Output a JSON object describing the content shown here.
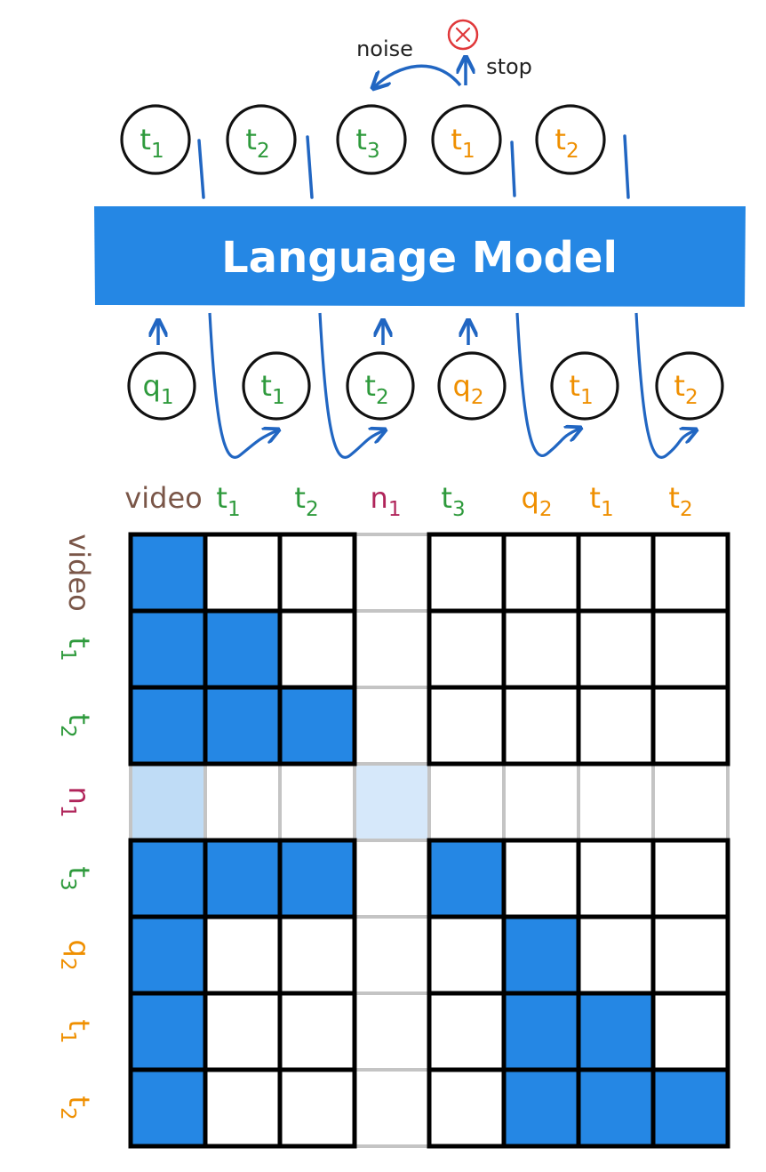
{
  "colors": {
    "green": "#2e9a3c",
    "orange": "#ef8f00",
    "brown": "#7a5648",
    "magenta": "#b0245a",
    "blue": "#2587e4",
    "arrow": "#2166c2",
    "red": "#e0383a",
    "attend": "#2587e4",
    "attend_faded": "#bfdcf6",
    "attend_faded2": "#d6e8fa"
  },
  "language_model": {
    "label": "Language Model"
  },
  "top_annotations": {
    "noise": "noise",
    "stop": "stop",
    "stop_icon": "close-circle-icon"
  },
  "outputs": [
    {
      "base": "t",
      "sub": "1",
      "color": "green"
    },
    {
      "base": "t",
      "sub": "2",
      "color": "green"
    },
    {
      "base": "t",
      "sub": "3",
      "color": "green"
    },
    {
      "base": "t",
      "sub": "1",
      "color": "orange"
    },
    {
      "base": "t",
      "sub": "2",
      "color": "orange"
    }
  ],
  "inputs": [
    {
      "base": "q",
      "sub": "1",
      "color": "green"
    },
    {
      "base": "t",
      "sub": "1",
      "color": "green"
    },
    {
      "base": "t",
      "sub": "2",
      "color": "green"
    },
    {
      "base": "q",
      "sub": "2",
      "color": "orange"
    },
    {
      "base": "t",
      "sub": "1",
      "color": "orange"
    },
    {
      "base": "t",
      "sub": "2",
      "color": "orange"
    }
  ],
  "matrix": {
    "labels": [
      {
        "base": "video",
        "sub": "",
        "color": "brown"
      },
      {
        "base": "t",
        "sub": "1",
        "color": "green"
      },
      {
        "base": "t",
        "sub": "2",
        "color": "green"
      },
      {
        "base": "n",
        "sub": "1",
        "color": "magenta"
      },
      {
        "base": "t",
        "sub": "3",
        "color": "green"
      },
      {
        "base": "q",
        "sub": "2",
        "color": "orange"
      },
      {
        "base": "t",
        "sub": "1",
        "color": "orange"
      },
      {
        "base": "t",
        "sub": "2",
        "color": "orange"
      }
    ],
    "faded_index": 3,
    "cells": [
      [
        1,
        0,
        0,
        0,
        0,
        0,
        0,
        0
      ],
      [
        1,
        1,
        0,
        0,
        0,
        0,
        0,
        0
      ],
      [
        1,
        1,
        1,
        0,
        0,
        0,
        0,
        0
      ],
      [
        2,
        0,
        0,
        3,
        0,
        0,
        0,
        0
      ],
      [
        1,
        1,
        1,
        0,
        1,
        0,
        0,
        0
      ],
      [
        1,
        0,
        0,
        0,
        0,
        1,
        0,
        0
      ],
      [
        1,
        0,
        0,
        0,
        0,
        1,
        1,
        0
      ],
      [
        1,
        0,
        0,
        0,
        0,
        1,
        1,
        1
      ]
    ]
  }
}
